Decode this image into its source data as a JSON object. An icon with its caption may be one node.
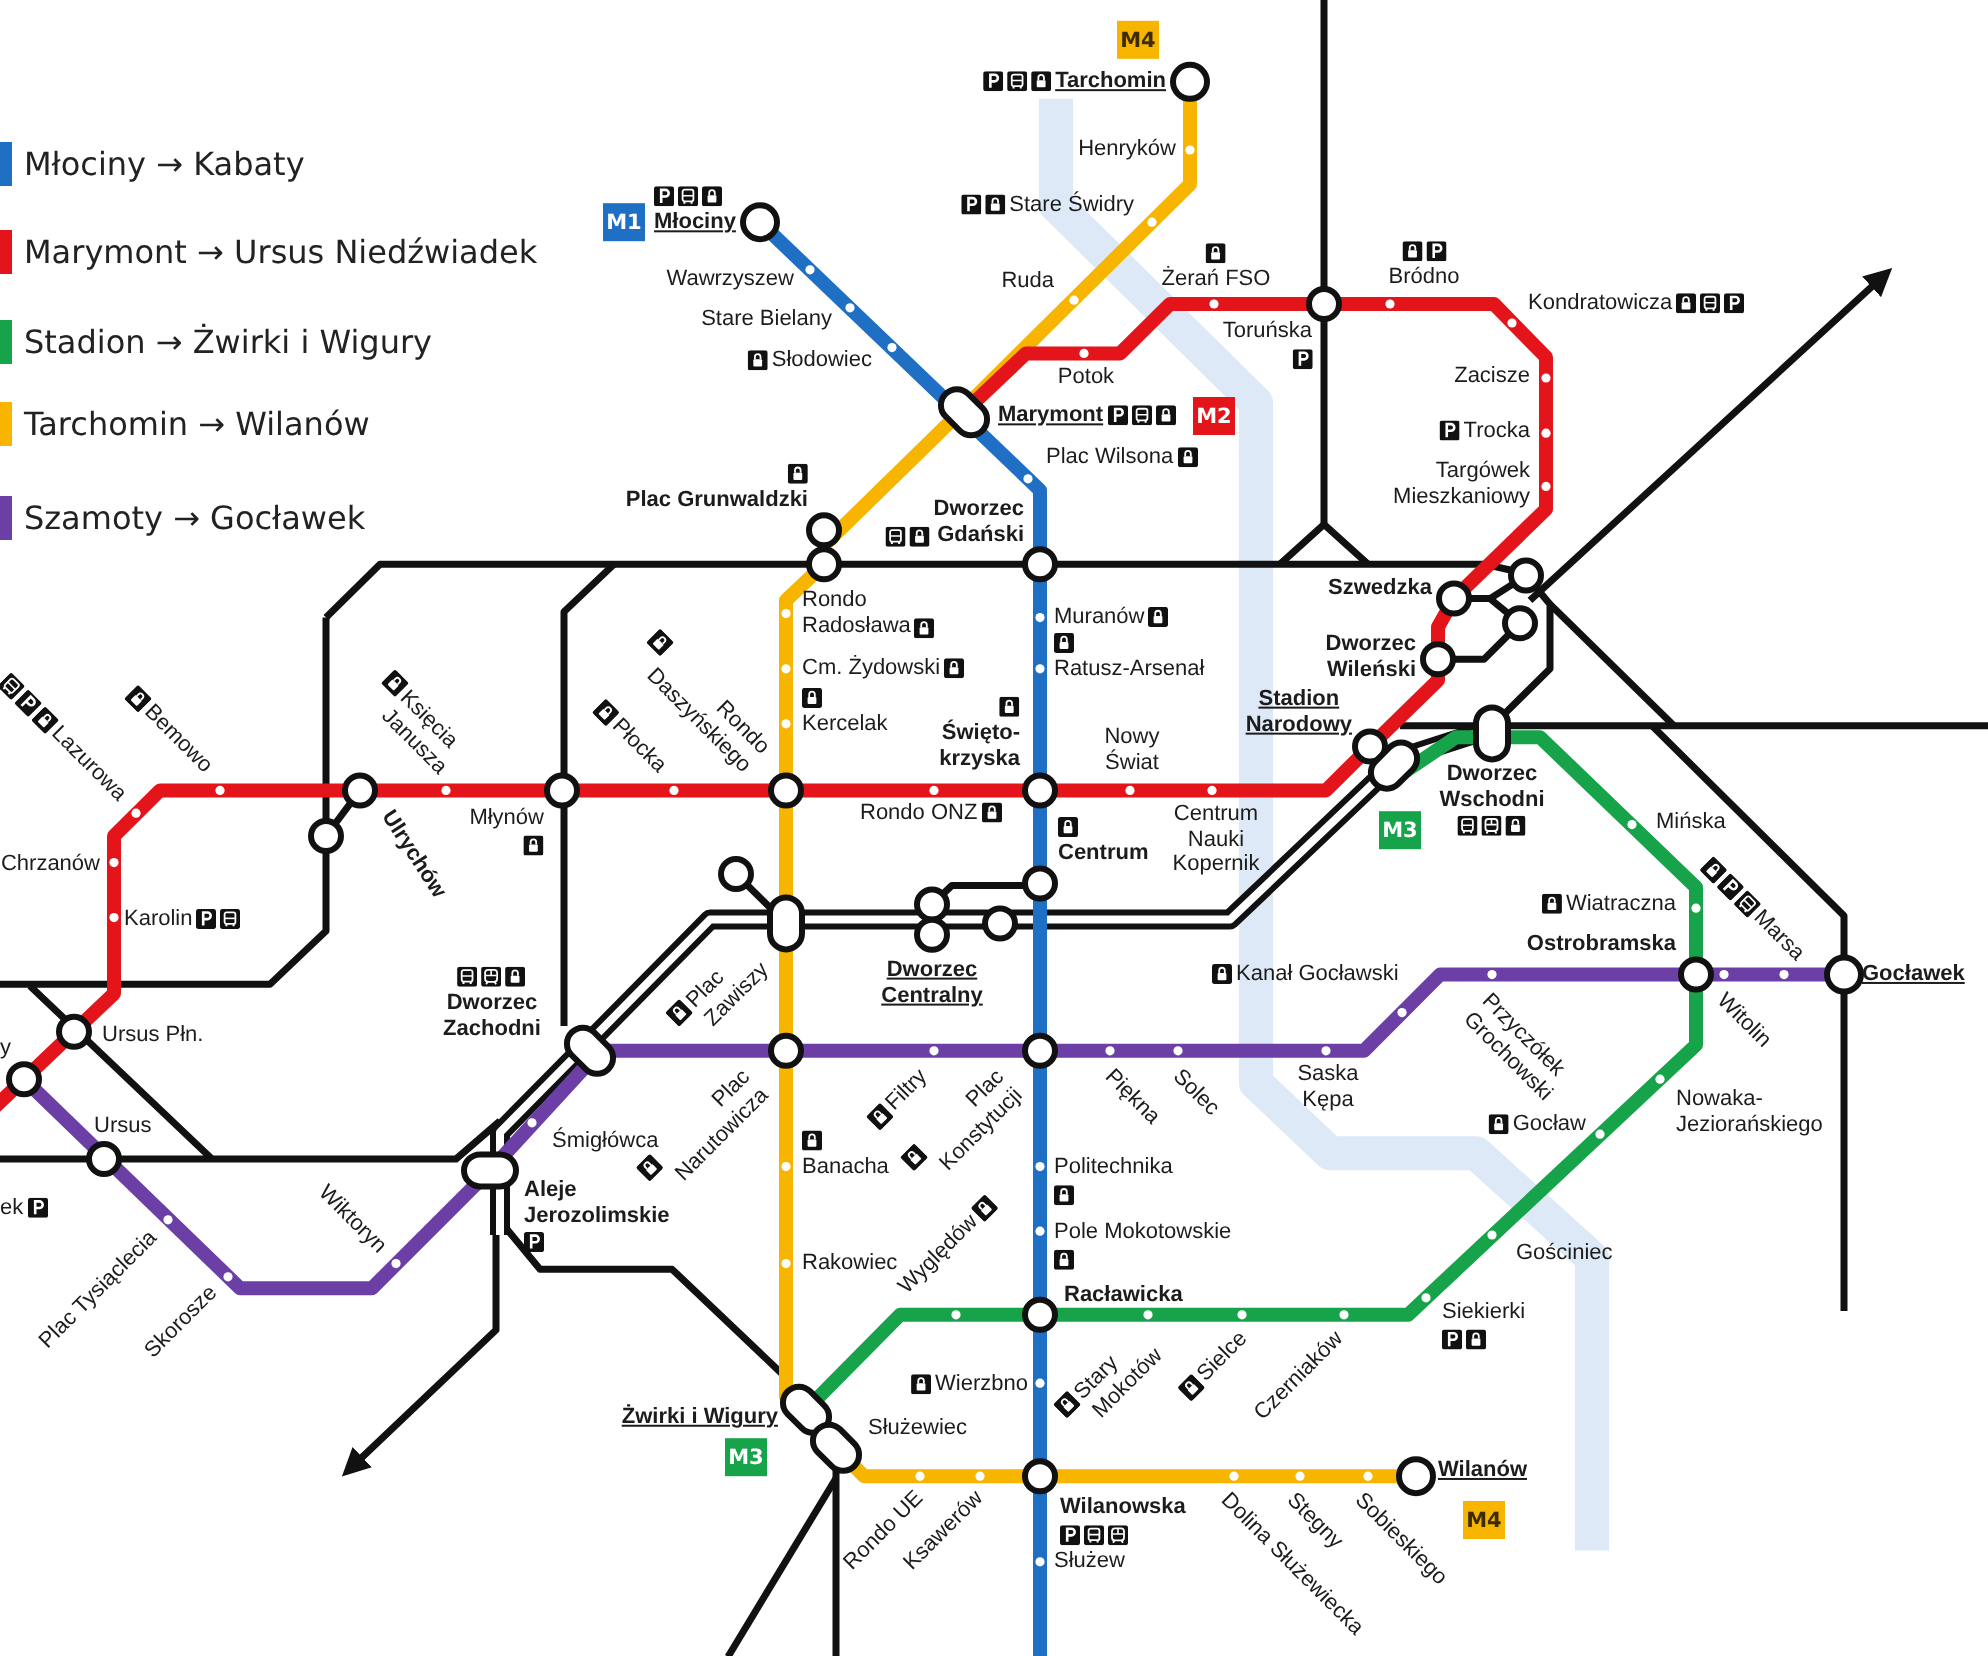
{
  "diagram": {
    "labels": [
      "M4",
      "Tarchomin",
      "Henryków",
      "M1",
      "Młociny",
      "Stare Świdry",
      "Wawrzyszew",
      "Ruda",
      "Żerań FSO",
      "Bródno",
      "Kondratowicza",
      "Stare Bielany",
      "Toruńska",
      "Słodowiec",
      "Potok",
      "Zacisze",
      "Marymont",
      "M2",
      "Trocka",
      "Plac Wilsona",
      "Targówek Mieszkaniowy",
      "Plac Grunwaldzki",
      "Dworzec Gdański",
      "Szwedzka",
      "Rondo Radosława",
      "Muranów",
      "Dworzec Wileński",
      "Ratusz-Arsenał",
      "Cm. Żydowski",
      "Lazurowa",
      "Bemowo",
      "Księcia Janusza",
      "Płocka",
      "Rondo Daszyńskiego",
      "Kercelak",
      "Święto- krzyska",
      "Nowy Świat",
      "Stadion Narodowy",
      "Młynów",
      "Ulrychów",
      "Rondo ONZ",
      "Dworzec Wschodni",
      "Centrum Nauki Kopernik",
      "M3",
      "Mińska",
      "Centrum",
      "Chrzanów",
      "Wiatraczna",
      "Karolin",
      "Marsa",
      "Ostrobramska",
      "Dworzec Zachodni",
      "Plac Zawiszy",
      "Dworzec Centralny",
      "Ursus Płn.",
      "y",
      "Kanał Gocławski",
      "Gocławek",
      "Przyczółek Grochowski",
      "Witolin",
      "Plac Narutowicza",
      "Filtry",
      "Plac Konstytucji",
      "Piękna",
      "Solec",
      "Saska Kępa",
      "Ursus",
      "Śmigłówca",
      "Gocław",
      "Nowaka- Jeziorańskiego",
      "Banacha",
      "Politechnika",
      "Aleje Jerozolimskie",
      "ek",
      "Pole Mokotowskie",
      "Plac Tysiąclecia",
      "Wiktoryn",
      "Gościniec",
      "Rakowiec",
      "Skorosze",
      "Wyględów",
      "Racławicka",
      "Siekierki",
      "Stary Mokotów",
      "Sielce",
      "Czerniaków",
      "Wierzbno",
      "Żwirki i Wigury",
      "Służewiec",
      "M3",
      "Wilanów",
      "Wilanowska",
      "M4",
      "Rondo UE",
      "Ksawerów",
      "Dolina Służewiecka",
      "Stegny",
      "Sobieskiego",
      "Służew"
    ],
    "legend": [
      {
        "text": "Młociny → Kabaty",
        "color": "#1f6fc5"
      },
      {
        "text": "Marymont → Ursus Niedźwiadek",
        "color": "#e4141b"
      },
      {
        "text": "Stadion → Żwirki i Wigury",
        "color": "#17a34a"
      },
      {
        "text": "Tarchomin → Wilanów",
        "color": "#f7b500"
      },
      {
        "text": "Szamoty → Gocławek",
        "color": "#6b3fa5"
      }
    ]
  }
}
